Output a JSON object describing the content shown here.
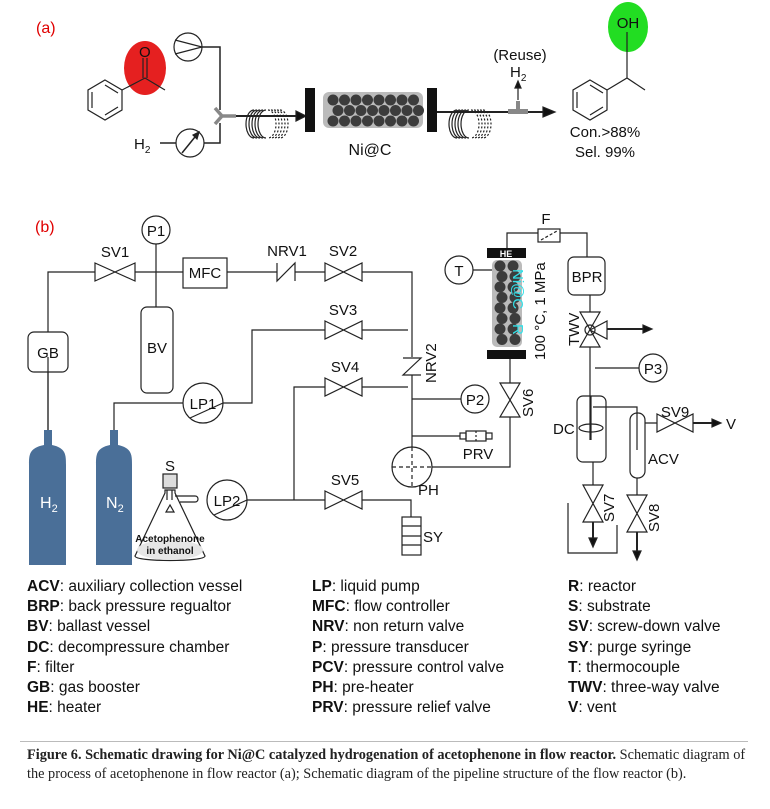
{
  "panel_a": {
    "label": "(a)",
    "reactant_oxygen": "O",
    "h2_feed": "H",
    "h2_feed_sub": "2",
    "catalyst": "Ni@C",
    "reuse": "(Reuse)",
    "reuse_h2": "H",
    "reuse_h2_sub": "2",
    "product_oh": "OH",
    "conversion": "Con.>88%",
    "selectivity": "Sel. 99%",
    "colors": {
      "reactant_highlight": "#e52020",
      "product_highlight": "#22dd22",
      "panel_label": "#e00000"
    }
  },
  "panel_b": {
    "label": "(b)",
    "p1": "P1",
    "sv1": "SV1",
    "mfc": "MFC",
    "nrv1": "NRV1",
    "sv2": "SV2",
    "sv3": "SV3",
    "sv4": "SV4",
    "sv5": "SV5",
    "nrv2": "NRV2",
    "gb": "GB",
    "bv": "BV",
    "lp1": "LP1",
    "lp2": "LP2",
    "h2": "H",
    "h2_sub": "2",
    "n2": "N",
    "n2_sub": "2",
    "s": "S",
    "flask_line1": "Acetophenone",
    "flask_line2": "in ethanol",
    "sy": "SY",
    "ph": "PH",
    "p2": "P2",
    "prv": "PRV",
    "sv6": "SV6",
    "t": "T",
    "he": "HE",
    "reactor_text": "Ni@C",
    "reactor_r": "R",
    "conditions": "100 °C, 1 MPa",
    "f": "F",
    "bpr": "BPR",
    "twv": "TWV",
    "p3": "P3",
    "dc": "DC",
    "acv": "ACV",
    "sv9": "SV9",
    "v": "V",
    "sv7": "SV7",
    "sv8": "SV8",
    "colors": {
      "cylinder": "#4a6f98",
      "reactor_text": "#33e0e8"
    }
  },
  "legend": [
    [
      {
        "abbr": "ACV",
        "desc": ": auxiliary collection vessel"
      },
      {
        "abbr": "BRP",
        "desc": ": back pressure regualtor"
      },
      {
        "abbr": "BV",
        "desc": ": ballast vessel"
      },
      {
        "abbr": "DC",
        "desc": ": decompressure chamber"
      },
      {
        "abbr": "F",
        "desc": ": filter"
      },
      {
        "abbr": "GB",
        "desc": ": gas booster"
      },
      {
        "abbr": "HE",
        "desc": ": heater"
      }
    ],
    [
      {
        "abbr": "LP",
        "desc": ": liquid pump"
      },
      {
        "abbr": "MFC",
        "desc": ": flow controller"
      },
      {
        "abbr": "NRV",
        "desc": ": non return valve"
      },
      {
        "abbr": "P",
        "desc": ": pressure transducer"
      },
      {
        "abbr": "PCV",
        "desc": ": pressure control valve"
      },
      {
        "abbr": "PH",
        "desc": ": pre-heater"
      },
      {
        "abbr": "PRV",
        "desc": ": pressure relief valve"
      }
    ],
    [
      {
        "abbr": "R",
        "desc": ": reactor"
      },
      {
        "abbr": "S",
        "desc": ": substrate"
      },
      {
        "abbr": "SV",
        "desc": ": screw-down valve"
      },
      {
        "abbr": "SY",
        "desc": ": purge syringe"
      },
      {
        "abbr": "T",
        "desc": ": thermocouple"
      },
      {
        "abbr": "TWV",
        "desc": ": three-way valve"
      },
      {
        "abbr": "V",
        "desc": ": vent"
      }
    ]
  ],
  "caption": {
    "bold": "Figure 6. Schematic drawing for Ni@C catalyzed hydrogenation of acetophenone in flow reactor.",
    "text": " Schematic diagram of the process of acetophenone in flow reactor (a); Schematic diagram of the pipeline structure of the flow reactor (b)."
  }
}
